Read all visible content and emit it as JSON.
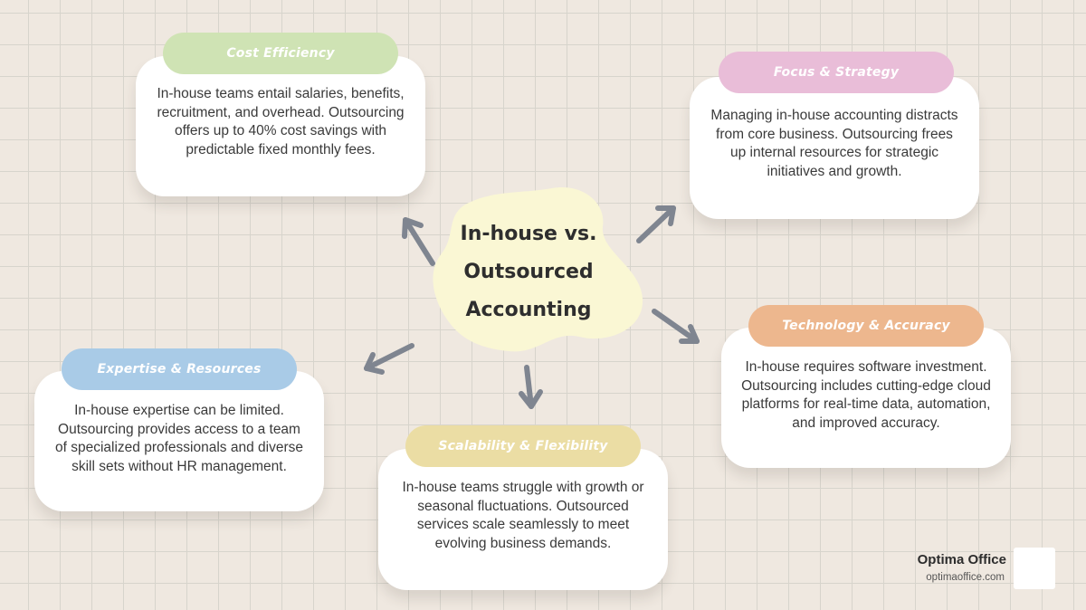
{
  "center": {
    "lines": [
      "In-house vs.",
      "Outsourced",
      "Accounting"
    ]
  },
  "topics": [
    {
      "title": "Cost Efficiency",
      "body": "In-house teams entail salaries, benefits, recruitment, and overhead. Outsourcing offers up to 40% cost savings with predictable fixed monthly fees.",
      "color": "#cfe3b4"
    },
    {
      "title": "Focus & Strategy",
      "body": "Managing in-house accounting distracts from core business. Outsourcing frees up internal resources for strategic initiatives and growth.",
      "color": "#e9bdd8"
    },
    {
      "title": "Technology & Accuracy",
      "body": "In-house requires software investment. Outsourcing includes cutting-edge cloud platforms for real-time data, automation, and improved accuracy.",
      "color": "#edb78e"
    },
    {
      "title": "Scalability & Flexibility",
      "body": "In-house teams struggle with growth or seasonal fluctuations. Outsourced services scale seamlessly to meet evolving business demands.",
      "color": "#ebdda4"
    },
    {
      "title": "Expertise & Resources",
      "body": "In-house expertise can be limited. Outsourcing provides access to a team of specialized professionals and diverse skill sets without HR management.",
      "color": "#a9cbe7"
    }
  ],
  "colors": {
    "blob": "#faf7d4",
    "arrow": "#7f8590"
  },
  "brand": {
    "name": "Optima Office",
    "url": "optimaoffice.com"
  }
}
